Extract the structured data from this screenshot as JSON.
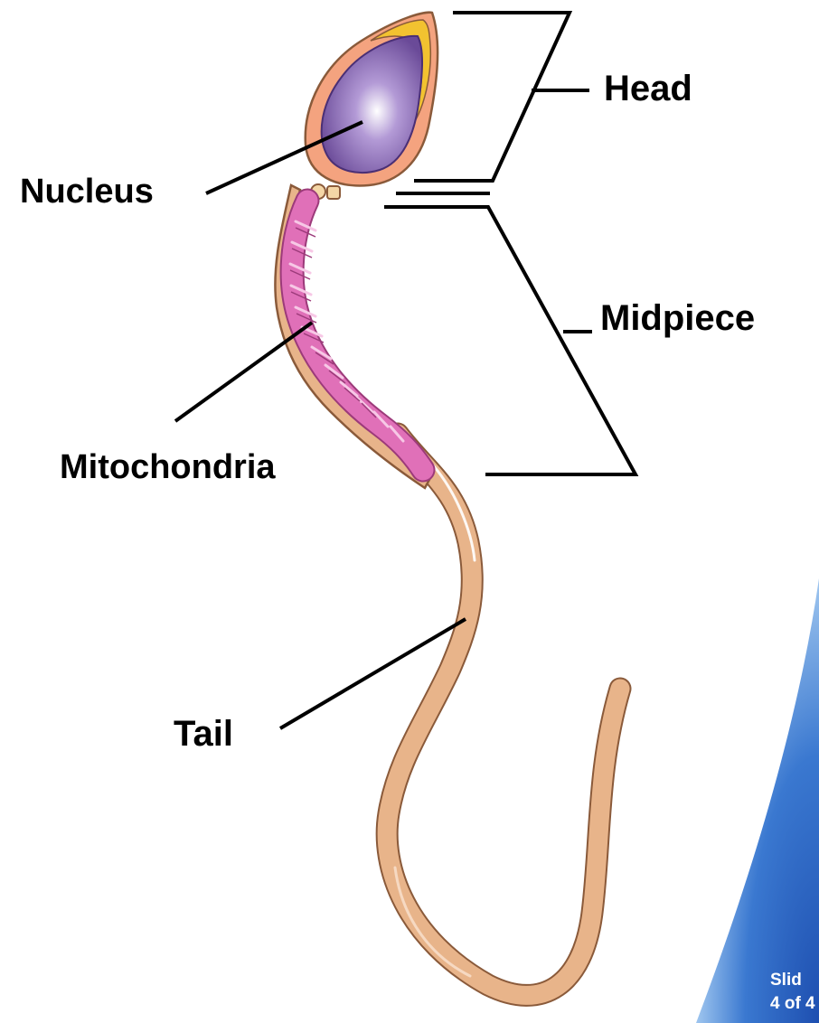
{
  "labels": {
    "head": "Head",
    "nucleus": "Nucleus",
    "midpiece": "Midpiece",
    "mitochondria": "Mitochondria",
    "tail": "Tail"
  },
  "slide_counter": {
    "line1": "Slid",
    "line2": "4 of 4"
  },
  "colors": {
    "cell_body": "#e8b48a",
    "nucleus": "#7b5aa6",
    "acrosome": "#f2c230",
    "head_membrane": "#f4a37f",
    "mitochondria": "#e070b8",
    "slide_accent": "#2a58b8"
  }
}
